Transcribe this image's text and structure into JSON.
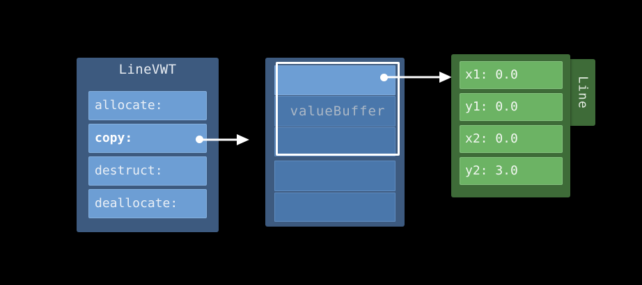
{
  "diagram": {
    "background_color": "#000000",
    "vwt": {
      "title": "LineVWT",
      "box_color": "#3d5a7f",
      "row_color": "#6d9ed4",
      "rows": [
        {
          "label": "allocate:",
          "bold": false
        },
        {
          "label": "copy:",
          "bold": true
        },
        {
          "label": "destruct:",
          "bold": false
        },
        {
          "label": "deallocate:",
          "bold": false
        }
      ]
    },
    "buffer": {
      "box_color": "#3d5a7f",
      "value_buffer_label": "valueBuffer",
      "frame_color": "#ffffff",
      "slot_color": "#4a77ab",
      "highlight_slot_color": "#6d9ed4",
      "slots": [
        {
          "highlighted": true
        },
        {
          "highlighted": false
        },
        {
          "highlighted": false
        },
        {
          "highlighted": false
        },
        {
          "highlighted": false
        }
      ]
    },
    "line_instance": {
      "tab_label": "Line",
      "box_color": "#3e6b38",
      "row_color": "#6cb364",
      "fields": [
        {
          "label": "x1:",
          "value": "0.0",
          "text": "x1: 0.0"
        },
        {
          "label": "y1:",
          "value": "0.0",
          "text": "y1: 0.0"
        },
        {
          "label": "x2:",
          "value": "0.0",
          "text": "x2: 0.0"
        },
        {
          "label": "y2:",
          "value": "3.0",
          "text": "y2: 3.0"
        }
      ]
    },
    "connectors": [
      {
        "name": "copy-to-buffer",
        "from": "copy:",
        "to": "buffer-box",
        "color": "#ffffff"
      },
      {
        "name": "buffer-slot-to-line",
        "from": "valueBuffer slot 1",
        "to": "Line instance",
        "color": "#ffffff"
      }
    ]
  }
}
